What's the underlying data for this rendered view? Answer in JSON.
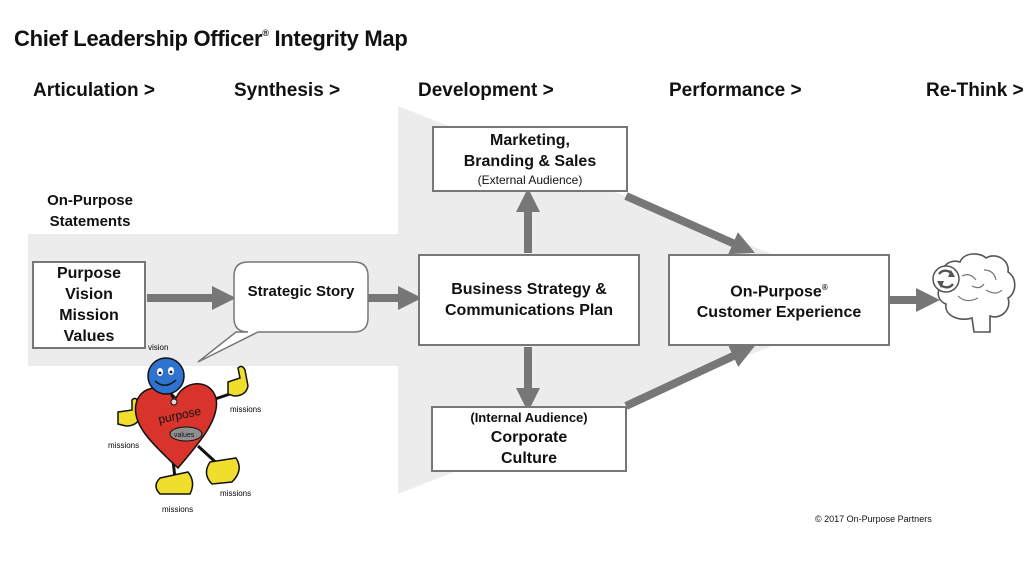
{
  "title": {
    "text": "Chief Leadership Officer",
    "mark": "®",
    "suffix": " Integrity Map"
  },
  "phases": [
    "Articulation >",
    "Synthesis >",
    "Development >",
    "Performance >",
    "Re-Think >"
  ],
  "statements_label": [
    "On-Purpose",
    "Statements"
  ],
  "pvmv_box": [
    "Purpose",
    "Vision",
    "Mission",
    "Values"
  ],
  "strategic_story": "Strategic Story",
  "marketing_box": {
    "line1": "Marketing,",
    "line2": "Branding & Sales",
    "note": "(External Audience)"
  },
  "strategy_box": {
    "line1": "Business Strategy &",
    "line2": "Communications Plan"
  },
  "culture_box": {
    "note": "(Internal Audience)",
    "line1": "Corporate",
    "line2": "Culture"
  },
  "experience_box": {
    "line1": "On-Purpose",
    "mark": "®",
    "line2": "Customer Experience"
  },
  "mascot": {
    "head_label": "vision",
    "heart_label": "purpose",
    "center_label": "values",
    "limb_labels": [
      "missions",
      "missions",
      "missions",
      "missions"
    ]
  },
  "brain_icon": "brain-refresh-icon",
  "copyright": "© 2017 On-Purpose Partners",
  "colors": {
    "band": "#ececec",
    "box_border": "#777777",
    "arrow": "#777777",
    "heart": "#d9342b",
    "head": "#2f73d1",
    "thumb": "#f2e033"
  }
}
